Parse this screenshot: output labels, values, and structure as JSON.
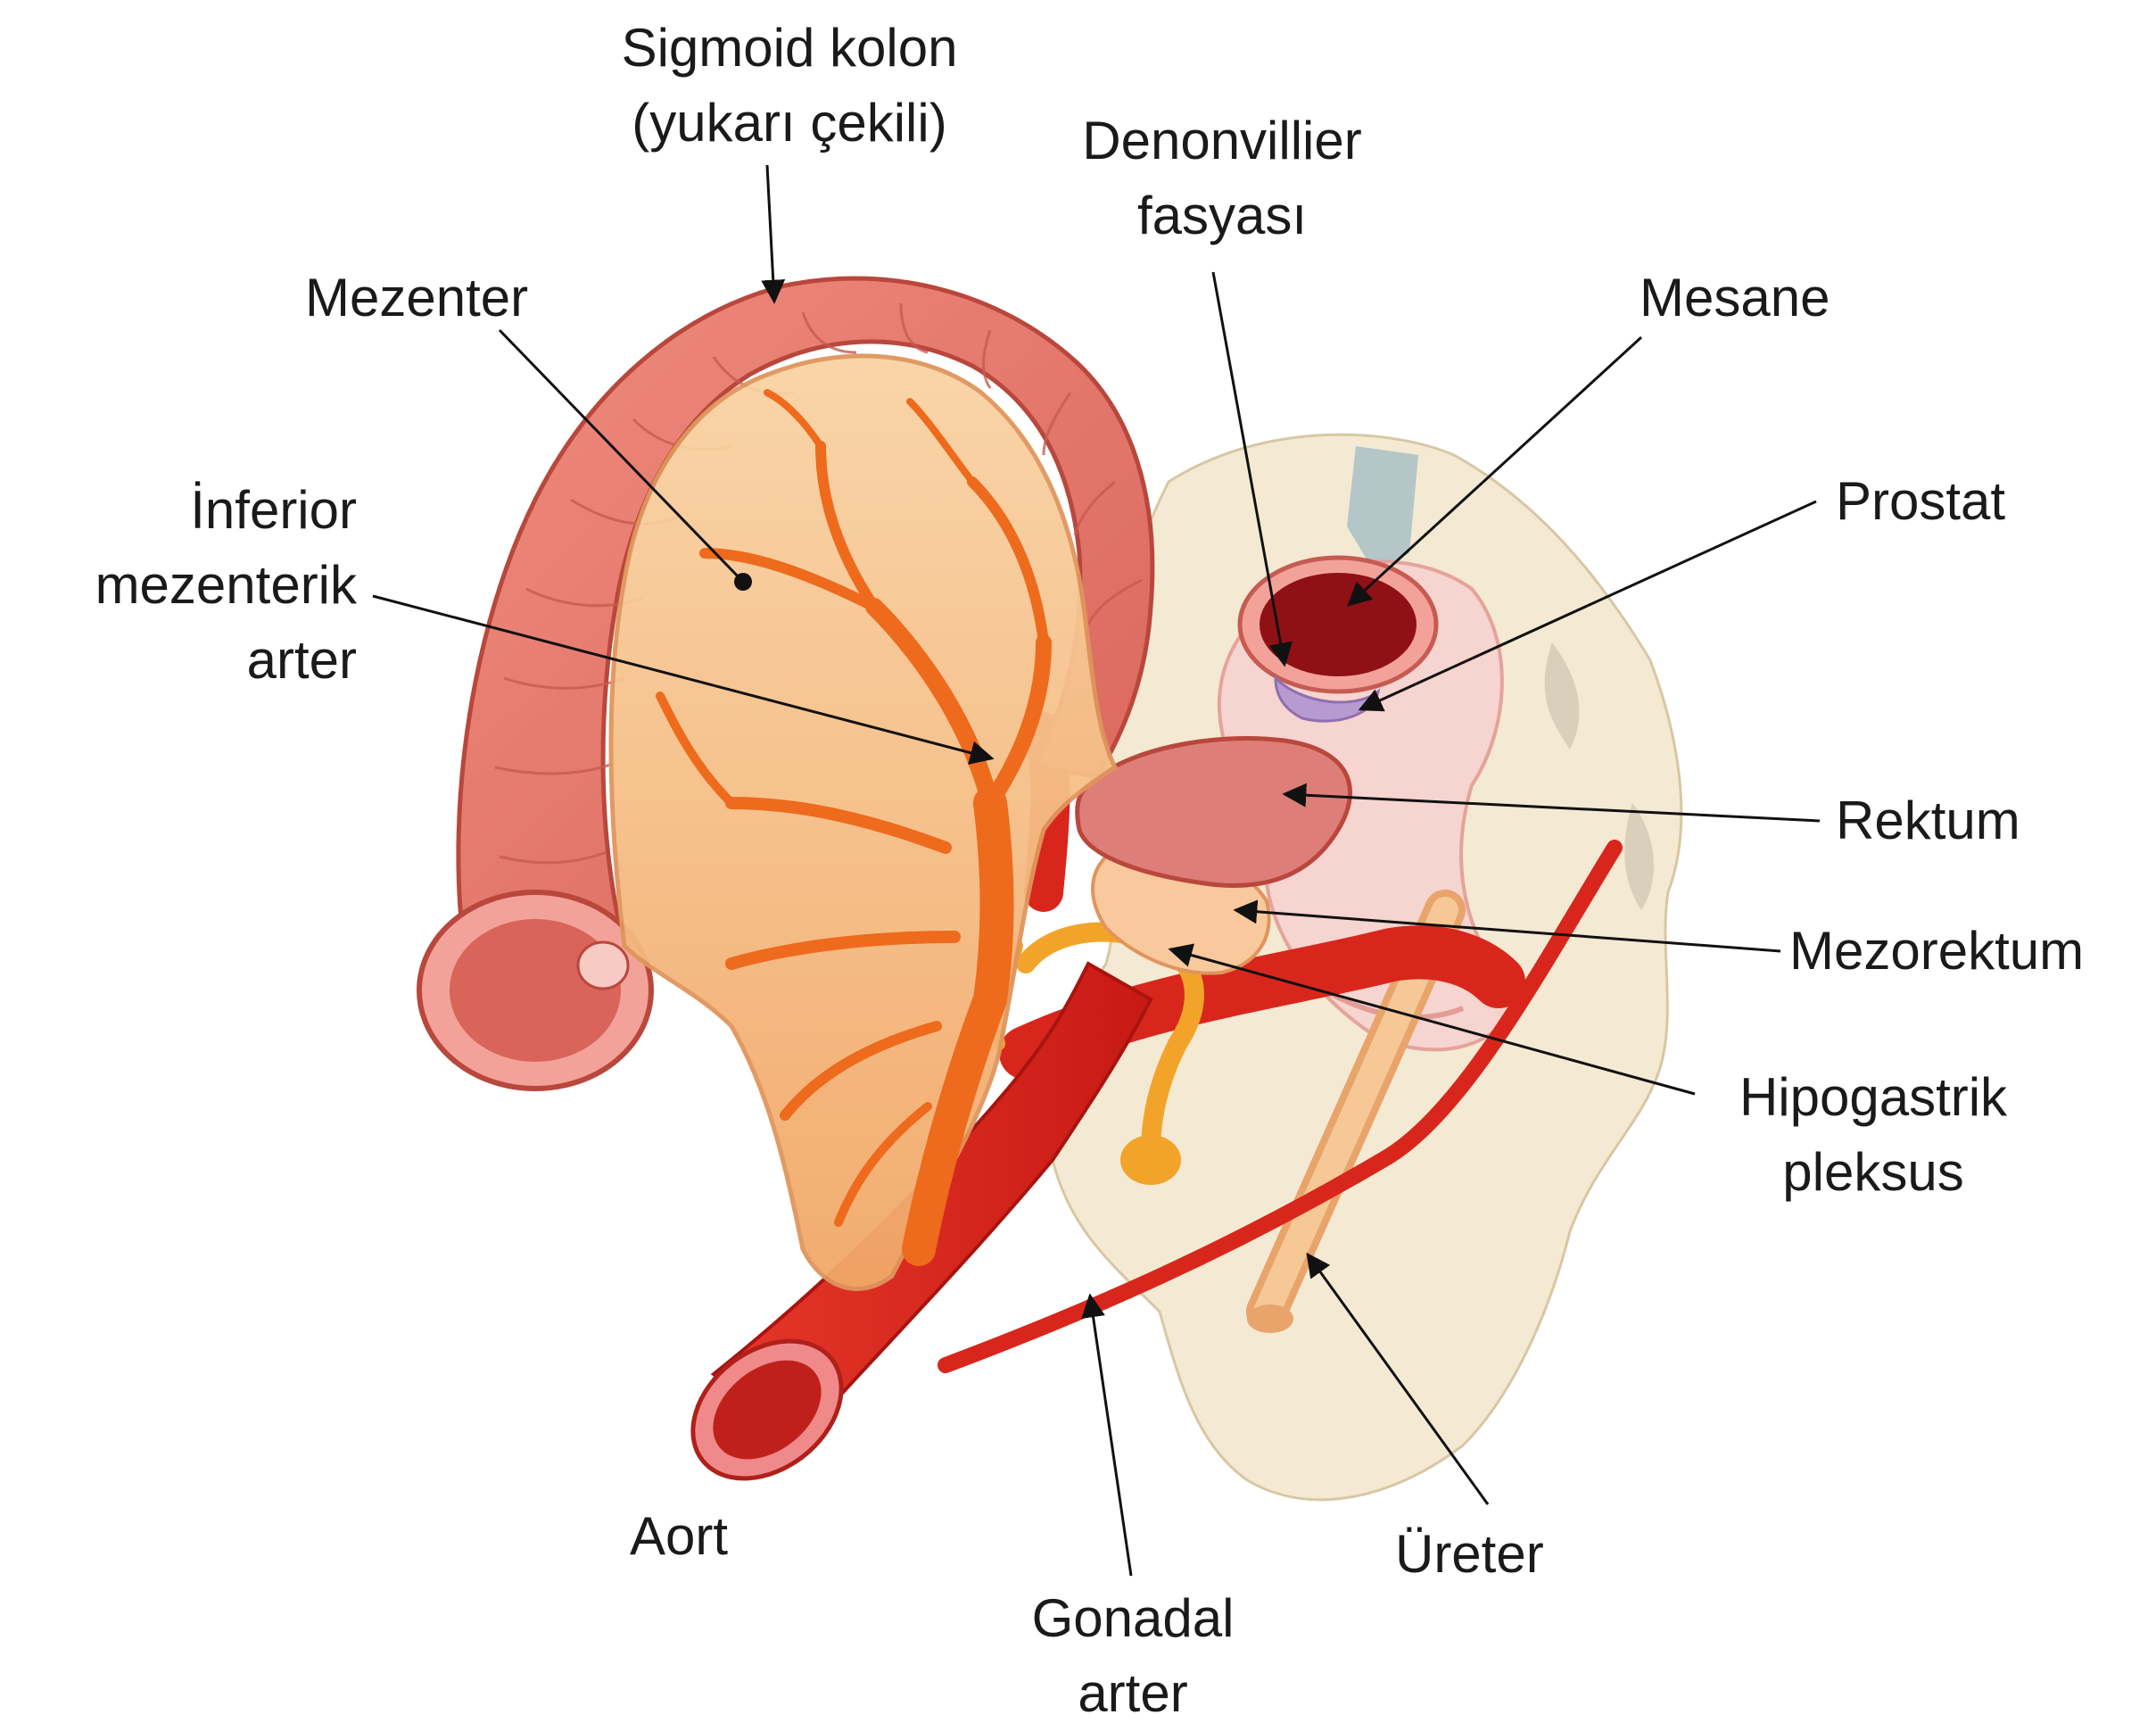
{
  "labels": {
    "sigmoid": [
      "Sigmoid kolon",
      "(yukarı çekili)"
    ],
    "denonvillier": [
      "Denonvillier",
      "fasyası"
    ],
    "mezenter": [
      "Mezenter"
    ],
    "mesane": [
      "Mesane"
    ],
    "inferior": [
      "İnferior",
      "mezenterik",
      "arter"
    ],
    "prostat": [
      "Prostat"
    ],
    "rektum": [
      "Rektum"
    ],
    "mezorektum": [
      "Mezorektum"
    ],
    "hipogastrik": [
      "Hipogastrik",
      "pleksus"
    ],
    "aort": [
      "Aort"
    ],
    "ureter": [
      "Üreter"
    ],
    "gonadal": [
      "Gonadal",
      "arter"
    ]
  },
  "colors": {
    "colon": "#e4766a",
    "colon_dark": "#b9473c",
    "mesentery": "#f6b878",
    "artery": "#d9261c",
    "pelvis": "#f3e7cf",
    "bladder": "#8f1015",
    "ureter": "#f2bd8a",
    "nerve": "#f2a42a"
  }
}
